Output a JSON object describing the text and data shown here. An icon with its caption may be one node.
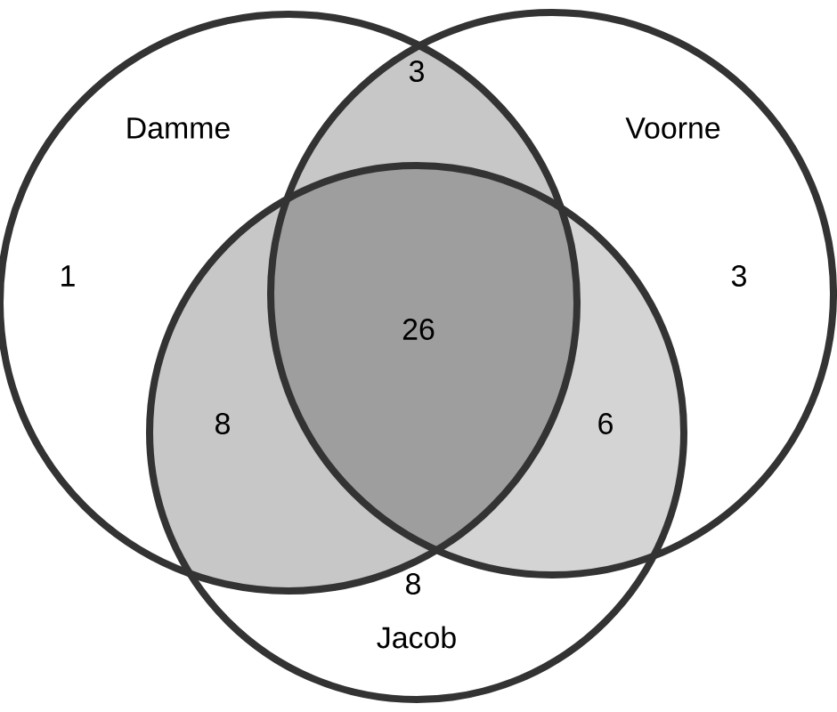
{
  "diagram": {
    "nodes": [
      {
        "text": [
          "Damme"
        ]
      },
      {
        "text": [
          "Voorne"
        ]
      },
      {
        "text": [
          "Jacob"
        ]
      }
    ],
    "labels": [
      "3",
      "1",
      "3",
      "26",
      "8",
      "6",
      "8"
    ]
  }
}
